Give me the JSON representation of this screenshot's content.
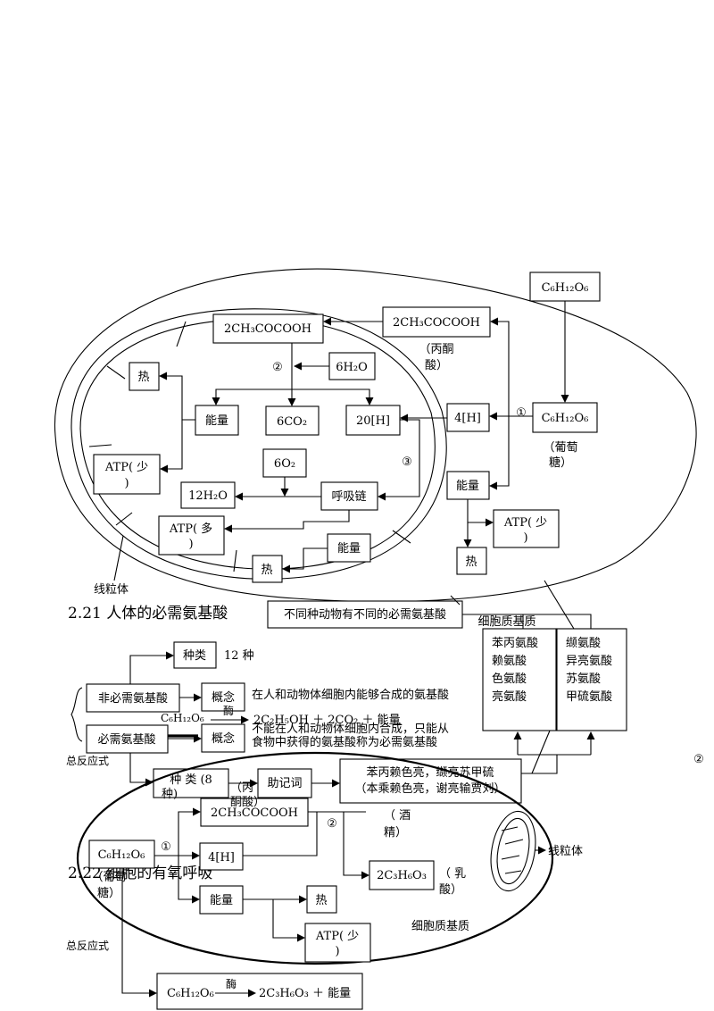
{
  "top": {
    "c6h12o6_outside": "C₆H₁₂O₆",
    "pyruvate_cyto": "2CH₃COCOOH",
    "pyruvate_cyto_label": [
      "（丙酮",
      "酸）"
    ],
    "glucose": "C₆H₁₂O₆",
    "glucose_label": [
      "（葡萄",
      "糖）"
    ],
    "h4_cyto": "4[H]",
    "energy_cyto": "能量",
    "atp_small_cyto": [
      "ATP( 少",
      ")"
    ],
    "heat_cyto": "热",
    "pyruvate_mito": "2CH₃COCOOH",
    "h2o6": "6H₂O",
    "heat_mito": "热",
    "energy_mito": "能量",
    "co2": "6CO₂",
    "h20": "20[H]",
    "atp_small_mito": [
      "ATP( 少",
      ")"
    ],
    "o2": "6O₂",
    "h2o12": "12H₂O",
    "chain": "呼吸链",
    "atp_large": [
      "ATP( 多",
      ")"
    ],
    "energy_chain": "能量",
    "heat_chain": "热",
    "step1": "①",
    "step2": "②",
    "step3": "③",
    "mito_label": "线粒体",
    "cyto_label": "细胞质基质"
  },
  "amino": {
    "heading": "2.21  人体的必需氨基酸",
    "banner": "不同种动物有不同的必需氨基酸",
    "kinds_label": "种类",
    "kinds_count": "12 种",
    "nonessential": "非必需氨基酸",
    "concept": "概念",
    "nonessential_def": "在人和动物体细胞内能够合成的氨基酸",
    "essential": "必需氨基酸",
    "concept2": "概念",
    "essential_def": [
      "不能在人和动物体细胞内合成，只能从",
      "食物中获得的氨基酸称为必需氨基酸"
    ],
    "kinds8": [
      "种  类  (8",
      "种)"
    ],
    "mnemonic_label": "助记词",
    "mnemonic": [
      "苯丙赖色亮，缬亮苏甲硫",
      "（本乘赖色亮，谢亮输贾刘）"
    ],
    "list_left": [
      "苯丙氨酸",
      "赖氨酸",
      "色氨酸",
      "亮氨酸"
    ],
    "list_right": [
      "缬氨酸",
      "异亮氨酸",
      "苏氨酸",
      "甲硫氨酸"
    ]
  },
  "alcohol": {
    "total_label": "总反应式",
    "glucose": "C₆H₁₂O₆",
    "enzyme": "酶",
    "products": "2C₂H₅OH  ＋ 2CO₂ ＋ 能量",
    "alcohol_label": [
      "（   酒",
      "精）"
    ],
    "step2_right": "②"
  },
  "anaerobic": {
    "heading": "2.22 细胞的有氧呼吸",
    "glucose": "C₆H₁₂O₆",
    "glucose_label": [
      "（葡萄",
      "糖）"
    ],
    "step1": "①",
    "pyruvate": "2CH₃COCOOH",
    "pyruvate_label": [
      "（丙",
      "酮酸）"
    ],
    "h4": "4[H]",
    "step2": "②",
    "lactate": "2C₃H₆O₃",
    "lactate_label": [
      "（    乳",
      "酸）"
    ],
    "energy": "能量",
    "heat": "热",
    "atp_small": [
      "ATP( 少",
      ")"
    ],
    "mito_label": "线粒体",
    "cyto_label": "细胞质基质",
    "total_label": "总反应式",
    "formula_left": "C₆H₁₂O₆",
    "formula_enzyme": "酶",
    "formula_right": "2C₃H₆O₃ ＋ 能量"
  }
}
